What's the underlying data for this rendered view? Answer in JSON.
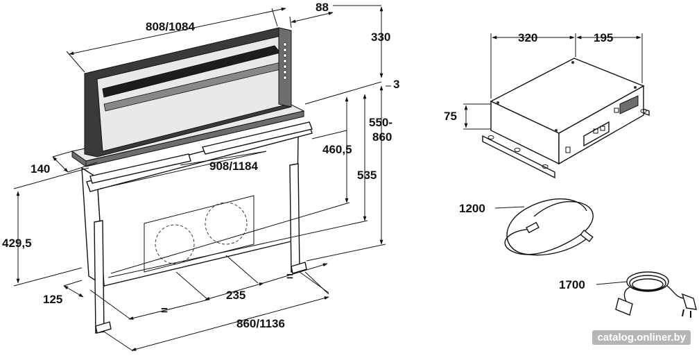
{
  "hood": {
    "width": "808/1084",
    "depth": "88",
    "rise": "330",
    "gap": "3",
    "travel": "550-\n860",
    "bracket_width": "908/1184",
    "height_460": "460,5",
    "height_535": "535",
    "depth_140": "140",
    "height_429": "429,5",
    "offset_125": "125",
    "spacing_235": "235",
    "equal_left": "=",
    "equal_right": "=",
    "overall_width": "860/1136"
  },
  "motor_box": {
    "length": "320",
    "width": "195",
    "height": "75"
  },
  "cables": {
    "ribbon_length": "1200",
    "power_length": "1700"
  },
  "watermark": "catalog.onliner.by"
}
